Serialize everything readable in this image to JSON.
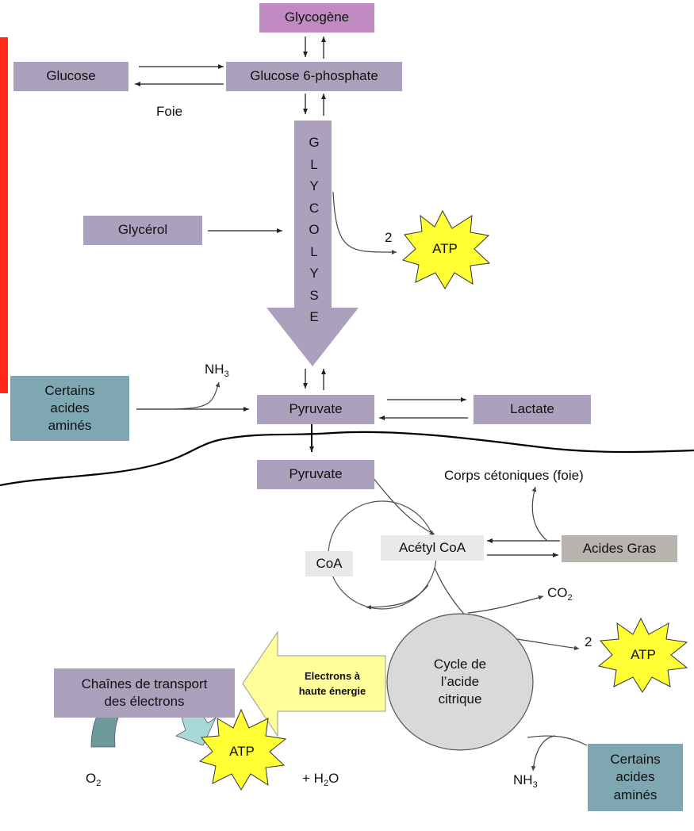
{
  "colors": {
    "purple_box": "#aca1bd",
    "glycogene_box": "#c08bc3",
    "teal_box": "#7ea7b2",
    "gray_box": "#b9b3ad",
    "light_box": "#e9e9e9",
    "circle_fill": "#d9d9d9",
    "atp_burst": "#ffff33",
    "big_arrow_fill": "#fffe99",
    "red_bar": "#ff2a1a",
    "curved_arrow_dark": "#6d9a9a",
    "curved_arrow_light": "#a9d8d8"
  },
  "nodes": {
    "glycogene": "Glycogène",
    "glucose": "Glucose",
    "glucose6p": "Glucose 6-phosphate",
    "foie": "Foie",
    "glycerol": "Glycérol",
    "glycolyse_letters": [
      "G",
      "L",
      "Y",
      "C",
      "O",
      "L",
      "Y",
      "S",
      "E"
    ],
    "atp_count_top": "2",
    "atp": "ATP",
    "nh3_top_main": "NH",
    "nh3_top_sub": "3",
    "certains_top": [
      "Certains",
      "acides",
      "aminés"
    ],
    "pyruvate_top": "Pyruvate",
    "lactate": "Lactate",
    "pyruvate_mito": "Pyruvate",
    "corps_cetoniques": "Corps cétoniques (foie)",
    "acetyl_coa": "Acétyl CoA",
    "acides_gras": "Acides Gras",
    "coa": "CoA",
    "co2_main": "CO",
    "co2_sub": "2",
    "atp_count_bottom": "2",
    "cycle": [
      "Cycle de",
      "l’acide",
      "citrique"
    ],
    "electrons": [
      "Electrons à",
      "haute énergie"
    ],
    "chaines": [
      "Chaînes de transport",
      "des électrons"
    ],
    "o2_main": "O",
    "o2_sub": "2",
    "h2o_prefix": "+ H",
    "h2o_sub": "2",
    "h2o_suffix": "O",
    "nh3_bottom_main": "NH",
    "nh3_bottom_sub": "3",
    "certains_bottom": [
      "Certains",
      "acides",
      "aminés"
    ]
  }
}
